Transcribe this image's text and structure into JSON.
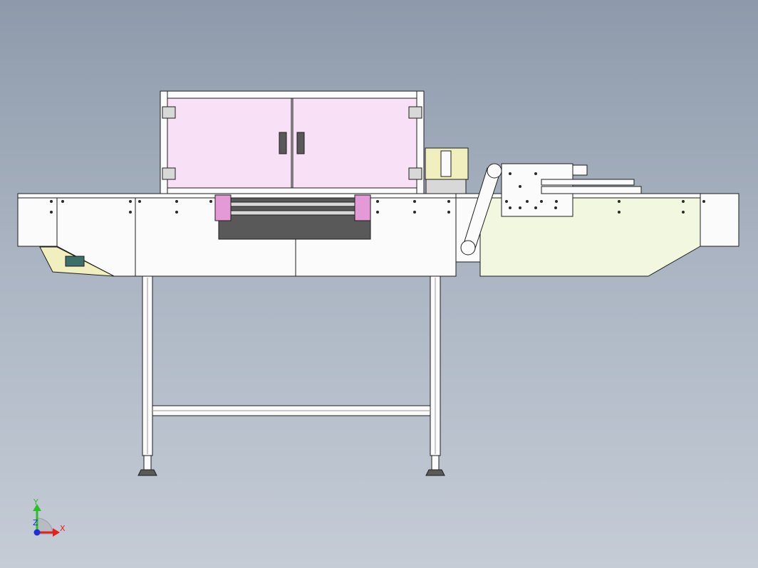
{
  "viewport": {
    "background_top": "#8e9aab",
    "background_bottom": "#c5ccd6"
  },
  "colors": {
    "frame_white": "#fbfbfb",
    "frame_stroke": "#1e1e1e",
    "cabinet_pink": "#f8e0f6",
    "mount_pink": "#e59ad8",
    "conveyor_green": "#f2f7df",
    "motor_yellow": "#f2efbe",
    "profile_gray": "#d8d8d8",
    "dark_gray": "#595959",
    "axis_x": "#e8201b",
    "axis_y": "#2bbf2b",
    "axis_z": "#1c2fd8"
  },
  "triad": {
    "x_label": "X",
    "y_label": "Y",
    "z_label": "Z"
  }
}
